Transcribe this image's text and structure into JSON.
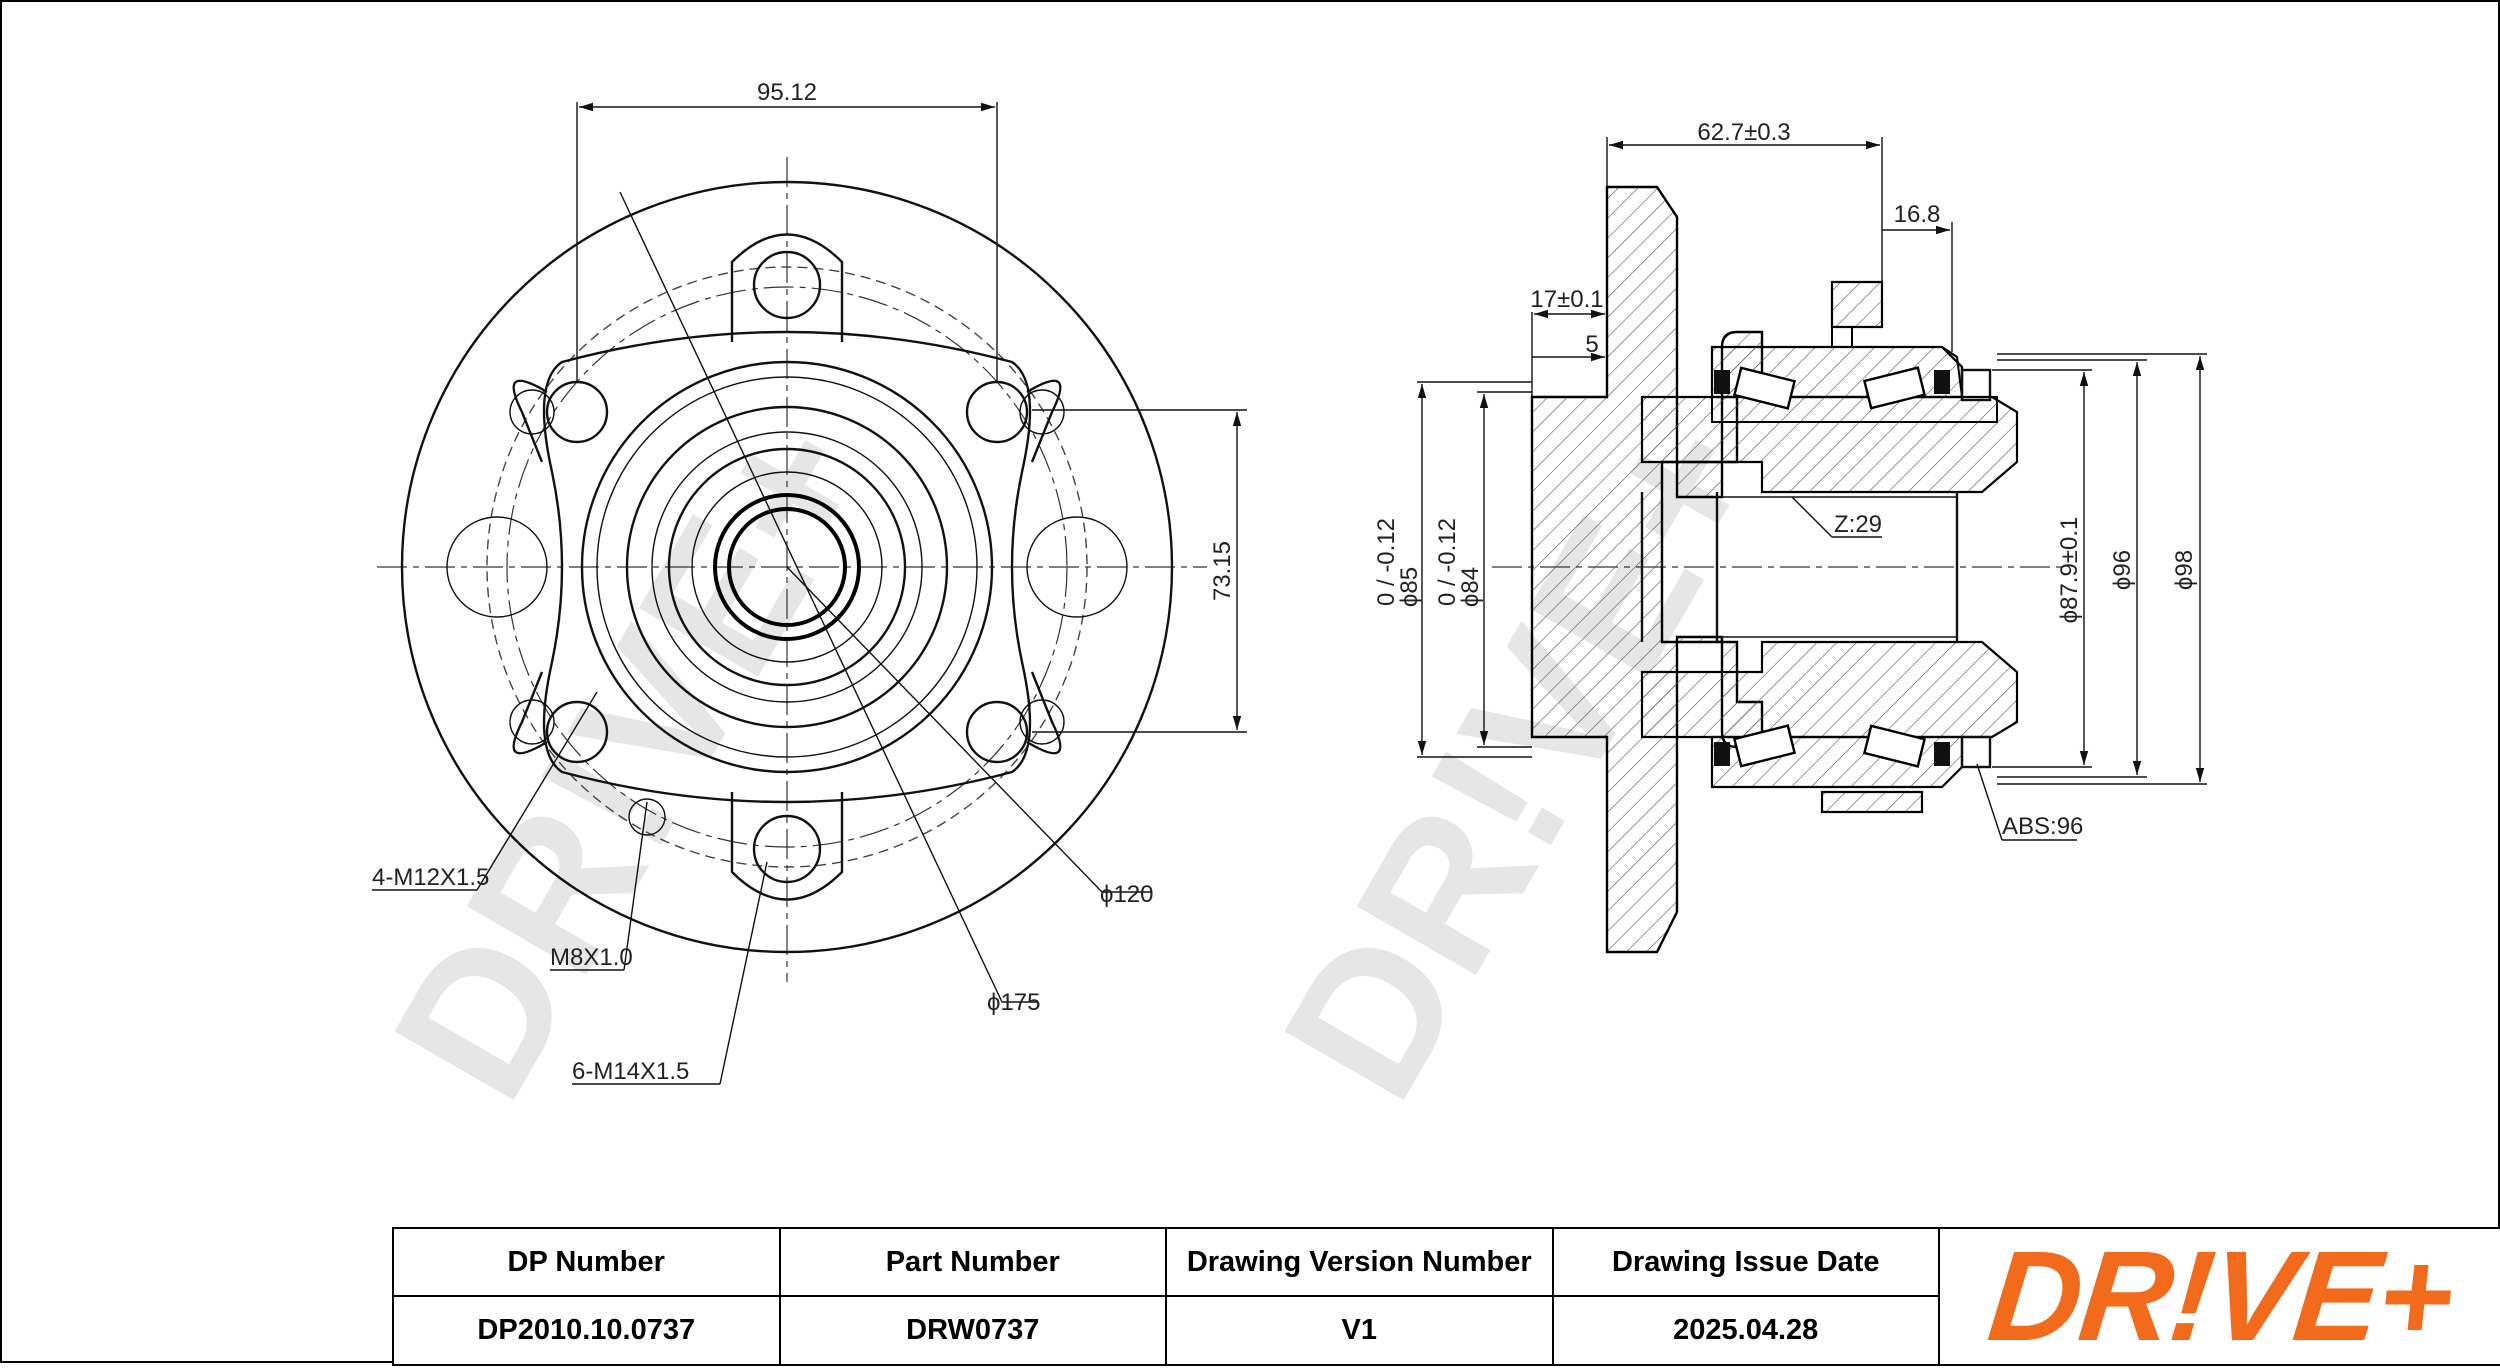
{
  "watermark": "DR!VE+",
  "front_view": {
    "width_dim": "95.12",
    "pcd_dim": "73.15",
    "bolt_holes_small": "4-M12X1.5",
    "screw_hole": "M8X1.0",
    "bolt_holes_large": "6-M14X1.5",
    "pilot_dia": "ϕ120",
    "outer_dia": "ϕ175"
  },
  "section_view": {
    "overall_width": "62.7±0.3",
    "flange_width": "17±0.1",
    "step": "5",
    "bearing_offset": "16.8",
    "spline": "Z:29",
    "abs_ring": "ABS:96",
    "dia_85": "ϕ85",
    "dia_85_tol": "0 / -0.12",
    "dia_84": "ϕ84",
    "dia_84_tol": "0 / -0.12",
    "dia_87_9": "ϕ87.9±0.1",
    "dia_96": "ϕ96",
    "dia_98": "ϕ98"
  },
  "title_block": {
    "headers": {
      "dp_number": "DP Number",
      "part_number": "Part Number",
      "drawing_version": "Drawing Version Number",
      "issue_date": "Drawing Issue Date"
    },
    "values": {
      "dp_number": "DP2010.10.0737",
      "part_number": "DRW0737",
      "drawing_version": "V1",
      "issue_date": "2025.04.28"
    },
    "logo_text": "DR!VE+",
    "logo_color": "#f26b1d"
  }
}
